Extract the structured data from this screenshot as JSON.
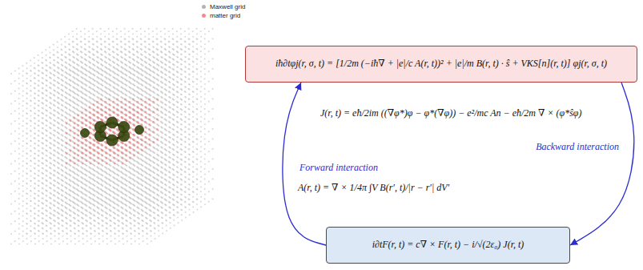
{
  "diagram": {
    "nodes": [
      {
        "text": [
          "iħ∂tφj(r, σ, t) = [1/2m (−iħ∇ + |e|/c A(r, t))² + |e|/m B(r, t) · ŝ + VKS[n](r, t)] φj(r, σ, t)"
        ]
      },
      {
        "text": [
          "i∂tF(r, t) = c∇ × F(r, t) − i/√(2ε₀) J(r, t)"
        ]
      }
    ],
    "edges": [
      {
        "from": 0,
        "to": 1,
        "arrow": "to",
        "label": "Backward interaction"
      },
      {
        "from": 1,
        "to": 0,
        "arrow": "to",
        "label": "Forward interaction"
      }
    ],
    "labels": [
      "J(r, t) = eħ/2im ((∇φ*)φ − φ*(∇φ)) − e²/mc An − eħ/2m ∇ × (φ*ŝφ)",
      "A(r, t) = ∇ × 1/4π ∫V B(r′, t)/|r − r′| dV′"
    ],
    "legend": [
      {
        "text": "Maxwell grid",
        "color": "#b4b4b4"
      },
      {
        "text": "matter grid",
        "color": "#f08c8c"
      }
    ]
  }
}
